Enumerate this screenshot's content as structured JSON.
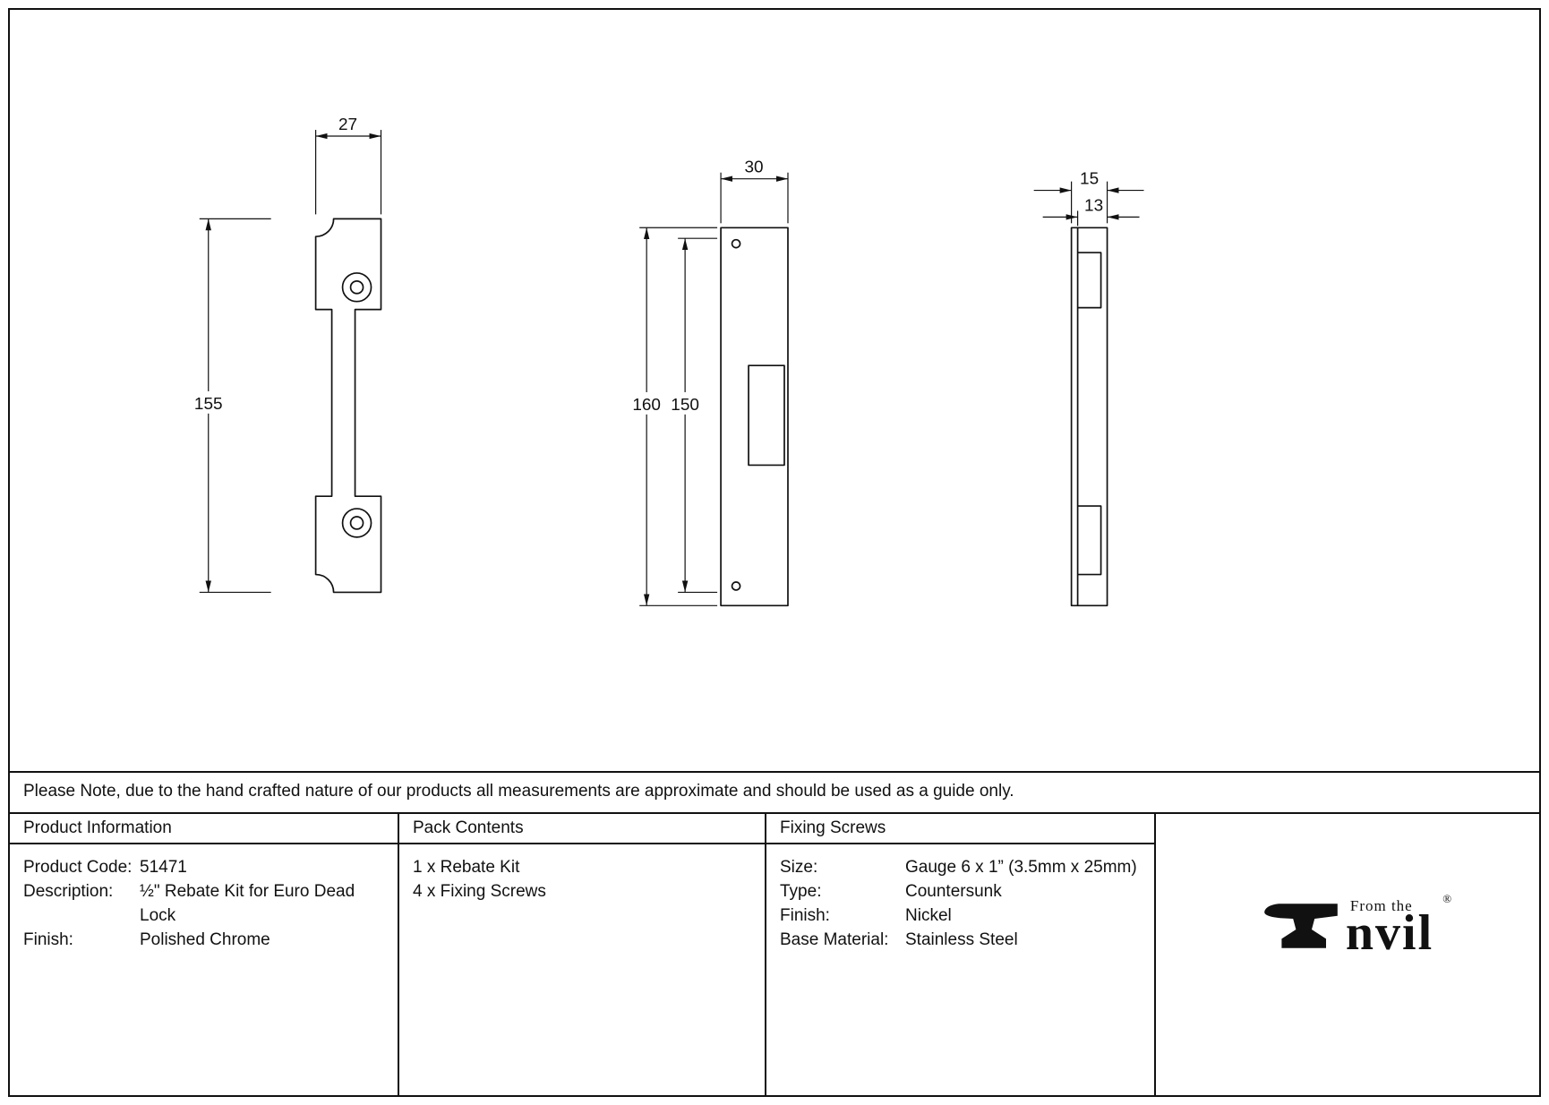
{
  "note": {
    "text": "Please Note, due to the hand crafted nature of our products all measurements are approximate and should be used as a guide only."
  },
  "drawings": {
    "striker_side_view": {
      "width_dim": "27",
      "height_dim": "155"
    },
    "face_plate_front_view": {
      "width_dim": "30",
      "height_dim": "160",
      "inner_height_dim": "150"
    },
    "face_plate_side_view": {
      "depth_dim": "15",
      "plate_depth_dim": "13"
    }
  },
  "table": {
    "product_information": {
      "header": "Product Information",
      "rows": [
        {
          "label": "Product Code:",
          "value": "51471"
        },
        {
          "label": "Description:",
          "value": "½\" Rebate Kit for Euro Dead Lock"
        },
        {
          "label": "Finish:",
          "value": "Polished Chrome"
        }
      ]
    },
    "pack_contents": {
      "header": "Pack Contents",
      "items": [
        "1 x Rebate Kit",
        "4 x Fixing Screws"
      ]
    },
    "fixing_screws": {
      "header": "Fixing Screws",
      "rows": [
        {
          "label": "Size:",
          "value": "Gauge 6 x 1” (3.5mm x 25mm)"
        },
        {
          "label": "Type:",
          "value": "Countersunk"
        },
        {
          "label": "Finish:",
          "value": "Nickel"
        },
        {
          "label": "Base Material:",
          "value": "Stainless Steel"
        }
      ]
    }
  },
  "logo": {
    "tagline": "From the",
    "brand_suffix": "nvil",
    "registered": "®"
  }
}
